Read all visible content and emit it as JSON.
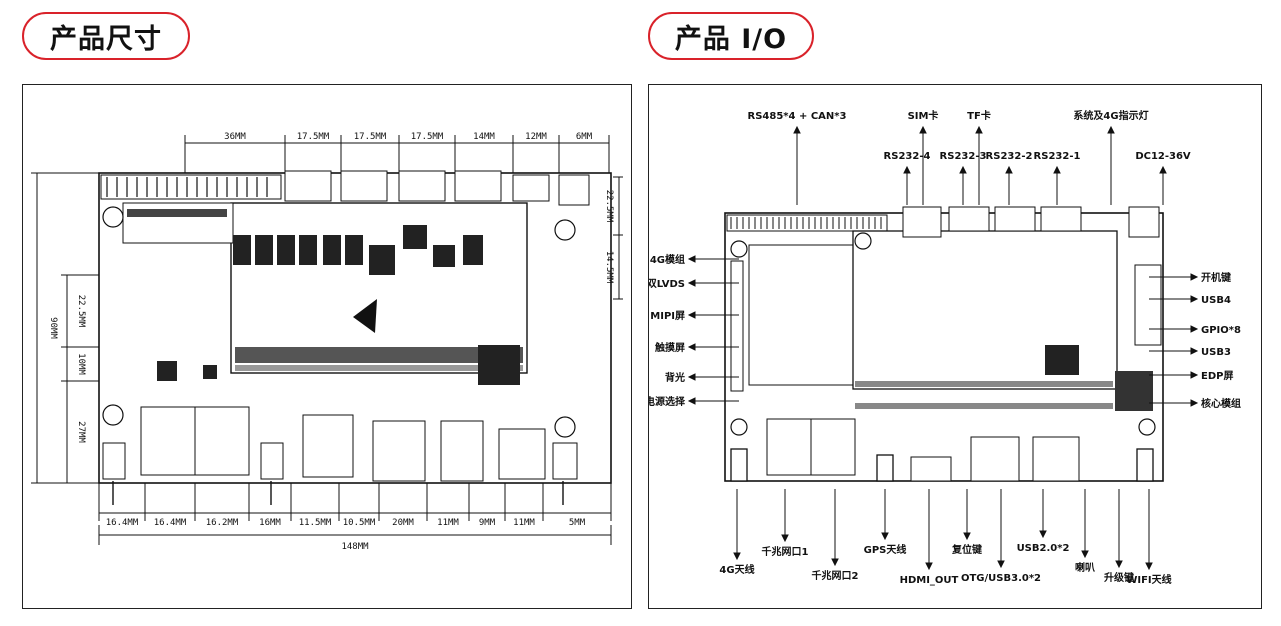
{
  "headings": {
    "size_title": "产品尺寸",
    "io_title": "产品 I/O"
  },
  "colors": {
    "accent": "#d9222a",
    "line": "#111111"
  },
  "dimensions": {
    "top": [
      "36MM",
      "17.5MM",
      "17.5MM",
      "17.5MM",
      "14MM",
      "12MM",
      "6MM"
    ],
    "bottom": [
      "16.4MM",
      "16.4MM",
      "16.2MM",
      "16MM",
      "11.5MM",
      "10.5MM",
      "20MM",
      "11MM",
      "9MM",
      "11MM",
      "5MM"
    ],
    "total_width": "148MM",
    "left_overall": "90MM",
    "left_segments": [
      "22.5MM",
      "10MM",
      "27MM"
    ],
    "right_segments": [
      "22.5MM",
      "14.5MM"
    ]
  },
  "io": {
    "top_labels": [
      "RS485*4 + CAN*3",
      "SIM卡",
      "TF卡",
      "RS232-4",
      "RS232-3",
      "RS232-2",
      "RS232-1",
      "系统及4G指示灯",
      "DC12-36V"
    ],
    "left_labels": [
      "4G模组",
      "双LVDS",
      "MIPI屏",
      "触摸屏",
      "背光",
      "屏电源选择"
    ],
    "right_labels": [
      "开机键",
      "USB4",
      "GPIO*8",
      "USB3",
      "EDP屏",
      "核心模组"
    ],
    "bottom_labels": [
      "4G天线",
      "千兆网口1",
      "千兆网口2",
      "GPS天线",
      "HDMI_OUT",
      "复位键",
      "OTG/USB3.0*2",
      "USB2.0*2",
      "喇叭",
      "升级键",
      "WIFI天线"
    ]
  }
}
